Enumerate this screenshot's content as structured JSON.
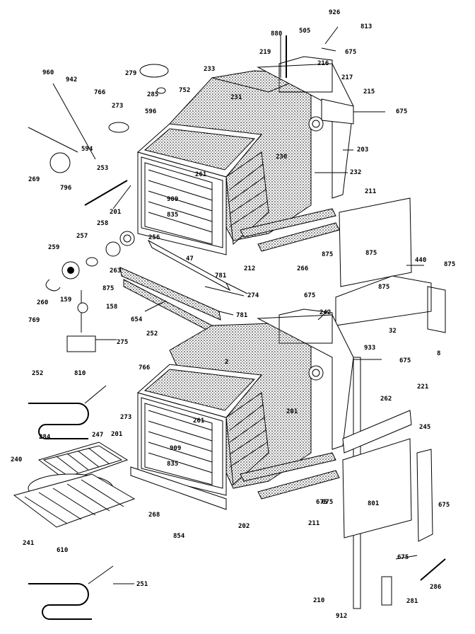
{
  "diagram": {
    "labels": [
      "926",
      "813",
      "880",
      "505",
      "675",
      "219",
      "216",
      "217",
      "215",
      "675",
      "960",
      "942",
      "766",
      "279",
      "285",
      "752",
      "233",
      "231",
      "273",
      "596",
      "594",
      "269",
      "253",
      "796",
      "261",
      "909",
      "835",
      "230",
      "203",
      "232",
      "201",
      "257",
      "258",
      "256",
      "259",
      "263",
      "47",
      "781",
      "274",
      "260",
      "875",
      "159",
      "158",
      "654",
      "781",
      "769",
      "252",
      "275",
      "212",
      "266",
      "211",
      "875",
      "440",
      "875",
      "875",
      "32",
      "242",
      "933",
      "8",
      "675",
      "252",
      "810",
      "766",
      "284",
      "273",
      "201",
      "247",
      "240",
      "261",
      "909",
      "835",
      "201",
      "241",
      "268",
      "854",
      "202",
      "675",
      "262",
      "221",
      "801",
      "211",
      "245",
      "675",
      "675",
      "610",
      "251",
      "286",
      "210",
      "912",
      "281",
      "875",
      "2",
      "675",
      "675"
    ]
  }
}
